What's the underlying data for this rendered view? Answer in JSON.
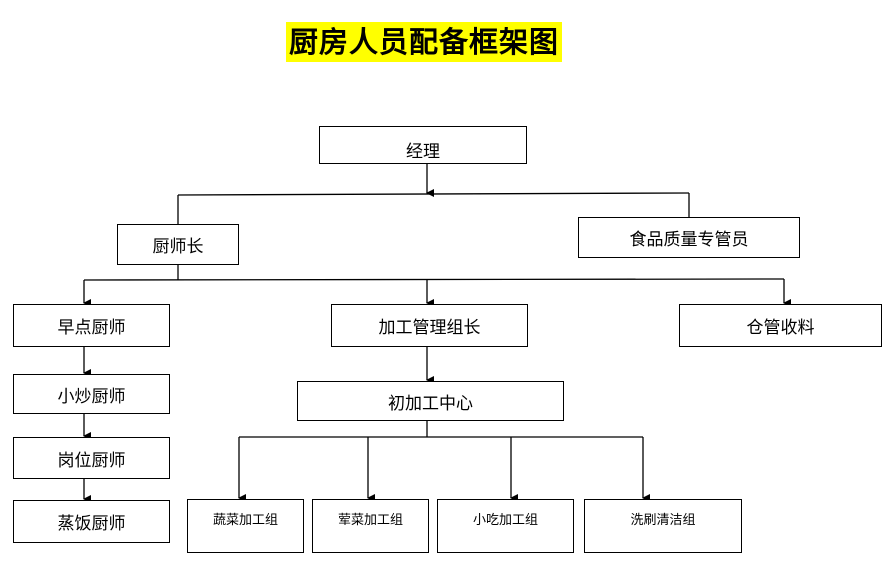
{
  "title": "厨房人员配备框架图",
  "nodes": {
    "manager": "经理",
    "head_chef": "厨师长",
    "food_quality": "食品质量专管员",
    "breakfast_chef": "早点厨师",
    "wok_chef": "小炒厨师",
    "station_chef": "岗位厨师",
    "steamed_rice_chef": "蒸饭厨师",
    "processing_leader": "加工管理组长",
    "storage_receiving": "仓管收料",
    "prep_center": "初加工中心",
    "vegetable_group": "蔬菜加工组",
    "meat_group": "荤菜加工组",
    "snack_group": "小吃加工组",
    "cleaning_group": "洗刷清洁组"
  },
  "colors": {
    "title_bg": "#ffff00",
    "line": "#000000"
  }
}
